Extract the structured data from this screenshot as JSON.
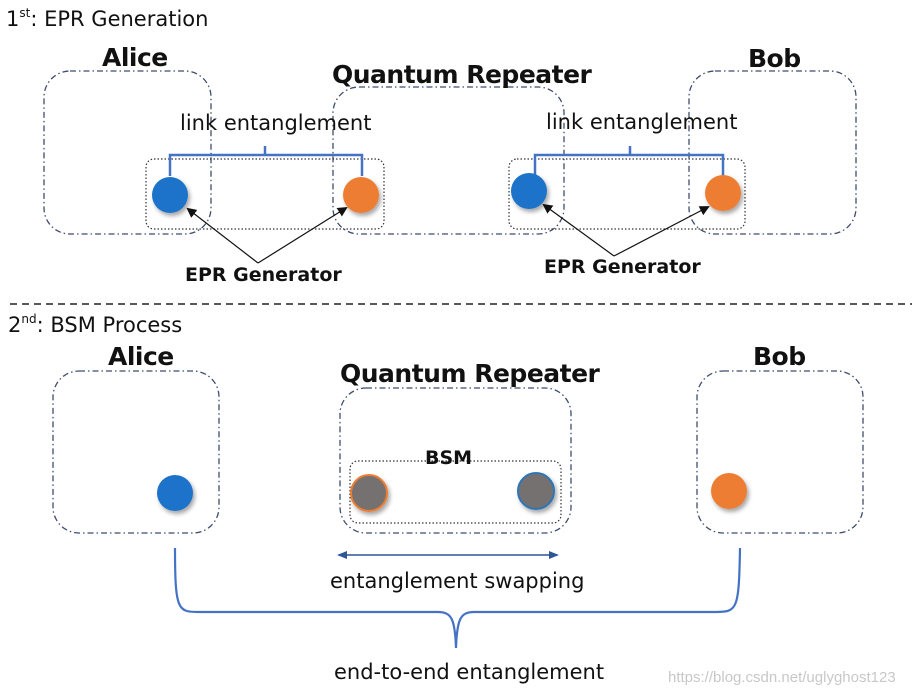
{
  "sections": {
    "first": {
      "ordinal": "1",
      "suffix": "st",
      "title": ": EPR Generation"
    },
    "second": {
      "ordinal": "2",
      "suffix": "nd",
      "title": ": BSM Process"
    }
  },
  "parties": {
    "alice": "Alice",
    "repeater": "Quantum Repeater",
    "bob": "Bob"
  },
  "labels": {
    "link_entanglement": "link entanglement",
    "epr_generator": "EPR Generator",
    "bsm": "BSM",
    "entanglement_swapping": "entanglement swapping",
    "end_to_end": "end-to-end entanglement"
  },
  "watermark": "https://blog.csdn.net/uglyghost123",
  "colors": {
    "blue_qubit": "#1a73c9",
    "orange_qubit": "#ed7d31",
    "gray_qubit": "#767171",
    "brace": "#4472c4",
    "node_border": "#3f4d6e"
  }
}
